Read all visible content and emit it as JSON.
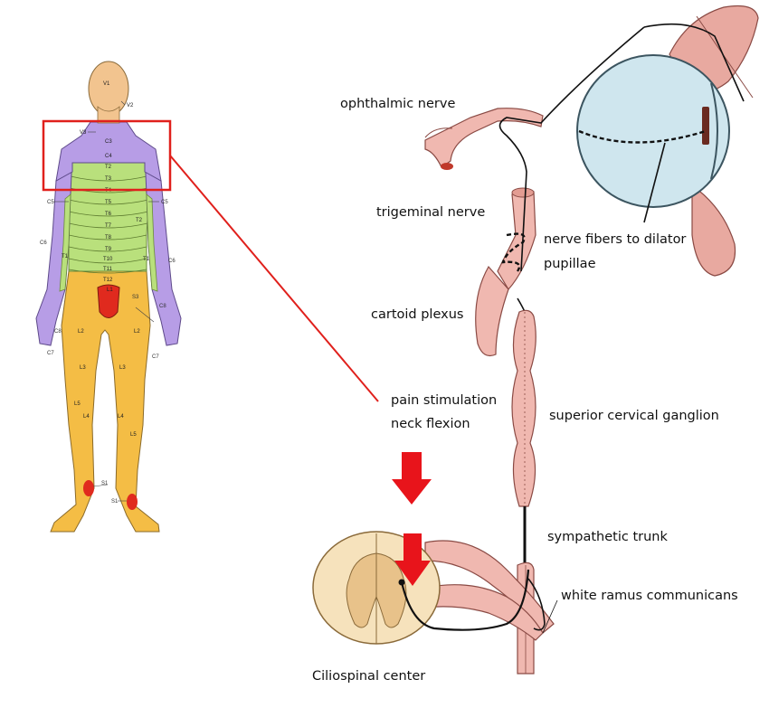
{
  "labels": {
    "ophthalmic_nerve": "ophthalmic  nerve",
    "trigeminal_nerve": "trigeminal nerve",
    "nerve_fibers_line1": "nerve fibers to dilator",
    "nerve_fibers_line2": "pupillae",
    "carotid_plexus": "cartoid plexus",
    "pain_stimulation": "pain stimulation",
    "neck_flexion": "neck flexion",
    "superior_cervical_ganglion": "superior cervical ganglion",
    "sympathetic_trunk": "sympathetic trunk",
    "white_ramus": "white ramus communicans",
    "ciliospinal_center": "Ciliospinal center"
  },
  "dermatome_labels": {
    "head": [
      "V1",
      "V2",
      "V3"
    ],
    "neck": [
      "C3",
      "C4"
    ],
    "thoracic": [
      "T2",
      "T3",
      "T4",
      "T5",
      "T6",
      "T7",
      "T8",
      "T9",
      "T10",
      "T11",
      "T12"
    ],
    "lumbar_front": [
      "L1",
      "L2",
      "L2",
      "L3",
      "L3",
      "L4",
      "L4",
      "L5",
      "L5"
    ],
    "sacral": [
      "S1",
      "S1",
      "S3"
    ],
    "arm": [
      "C5",
      "C5",
      "T2",
      "T1",
      "T1",
      "C6",
      "C6",
      "C8",
      "C8",
      "C7",
      "C7"
    ]
  },
  "colors": {
    "highlight_box": "#e0201c",
    "arrow": "#e8141b",
    "head": "#f2c48f",
    "cervical": "#b79de6",
    "thoracic": "#b9e07c",
    "lumbar": "#f4bd45",
    "sacral": "#e02a1e",
    "nerve": "#f0b8b0",
    "eyeball": "#cfe6ee"
  }
}
